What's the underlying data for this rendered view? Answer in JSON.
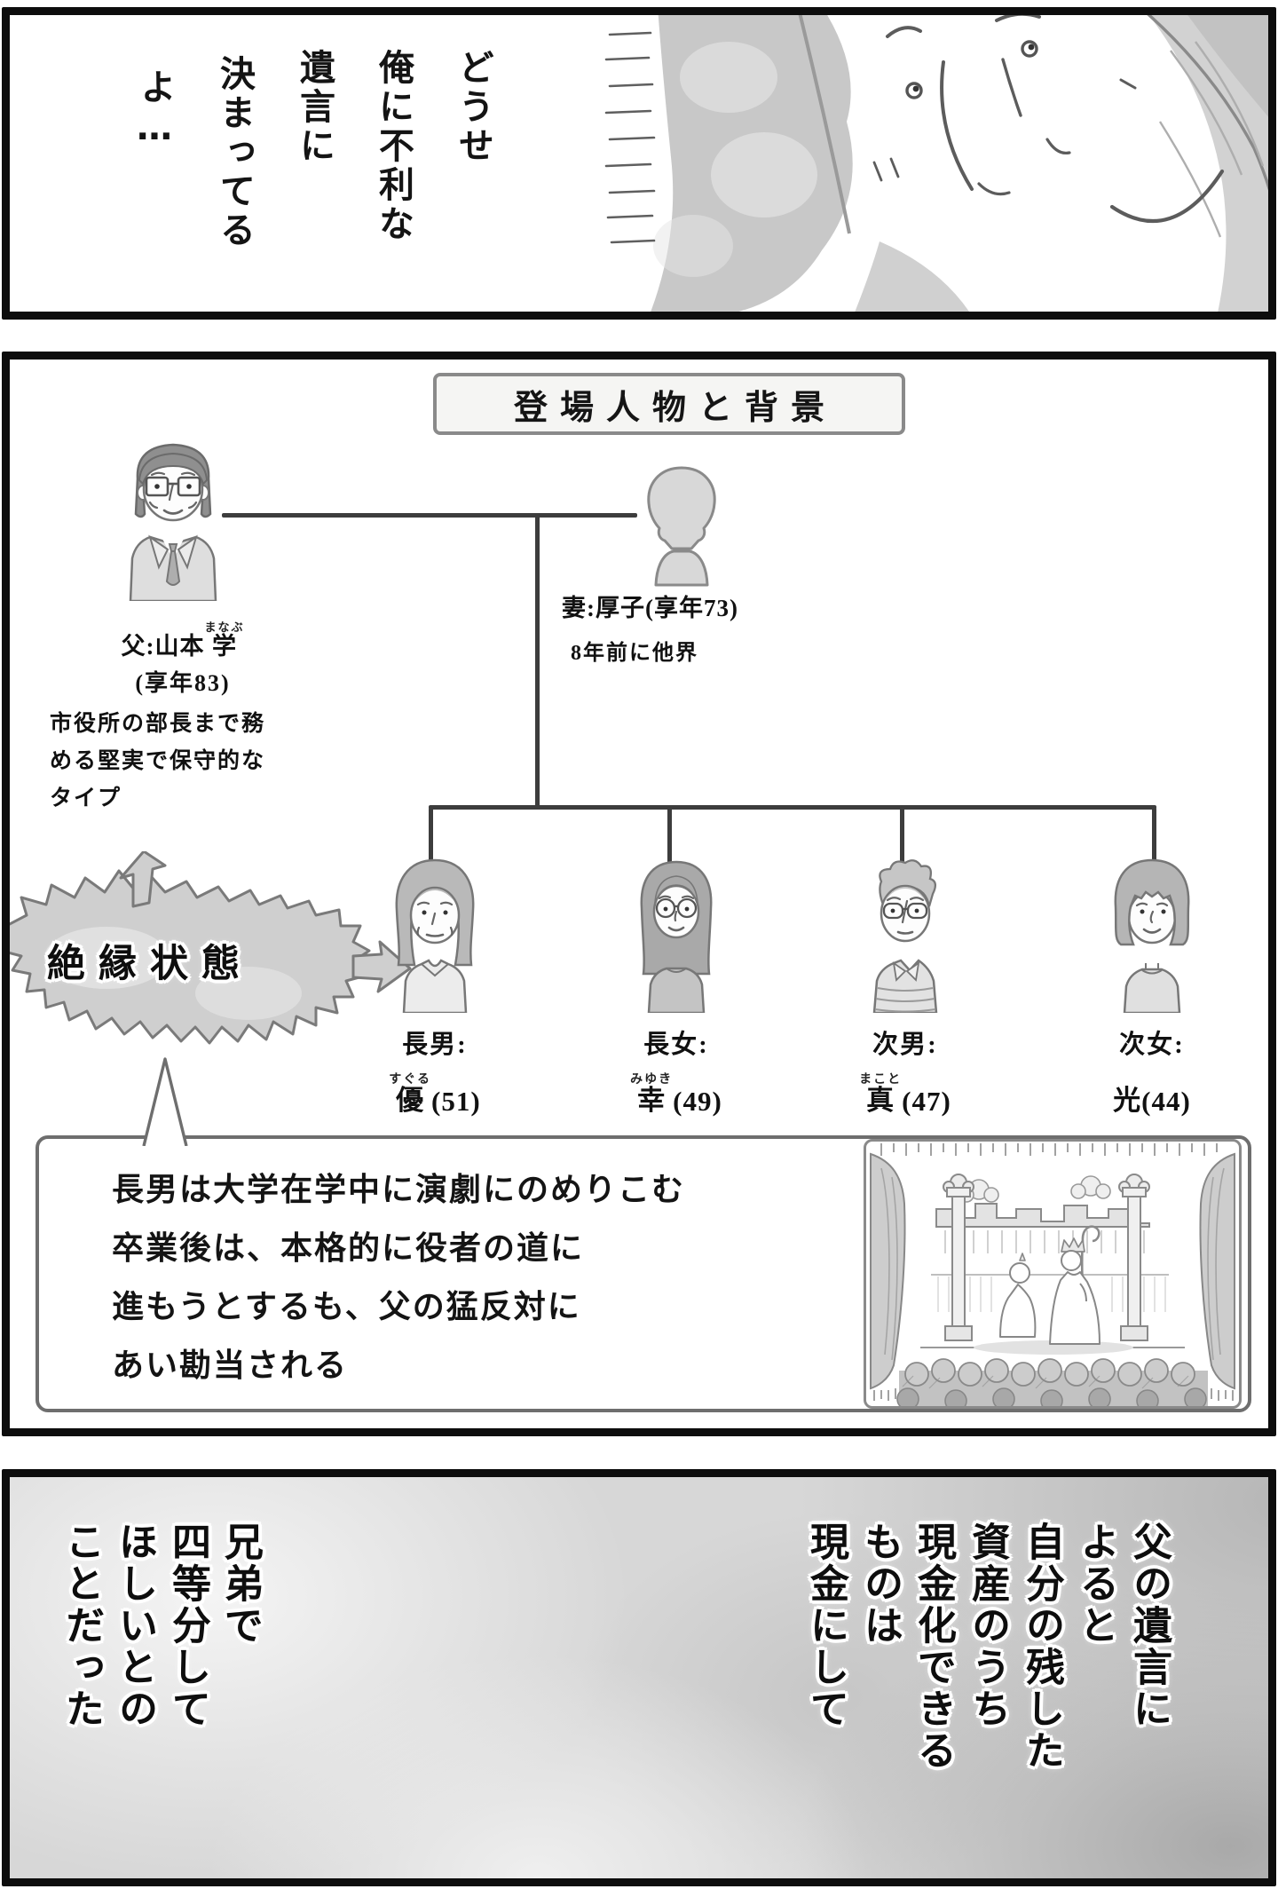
{
  "colors": {
    "panel_border": "#0d0d0d",
    "ink": "#141414",
    "bubble_gray": "#cfcfcf",
    "watercolor_gray": "#d7d7d7"
  },
  "panel1": {
    "dialogue_columns": [
      "どうせ",
      "俺に不利な",
      "遺言に",
      "決まってる",
      "よ…"
    ]
  },
  "panel2": {
    "title": "登場人物と背景",
    "father": {
      "name_prefix": "父:山本 ",
      "name_base": "学",
      "furigana": "まなぶ",
      "age": "(享年83)",
      "desc_lines": [
        "市役所の部長まで務",
        "める堅実で保守的な",
        "タイプ"
      ]
    },
    "mother": {
      "name_line": "妻:厚子(享年73)",
      "note": "8年前に他界"
    },
    "children": [
      {
        "label": "長男:",
        "furigana": "すぐる",
        "name_base": "優",
        "name_rest": "(51)"
      },
      {
        "label": "長女:",
        "furigana": "みゆき",
        "name_base": "幸",
        "name_rest": "(49)"
      },
      {
        "label": "次男:",
        "furigana": "まこと",
        "name_base": "真",
        "name_rest": "(47)"
      },
      {
        "label": "次女:",
        "furigana": "",
        "name_base": "光",
        "name_rest": "(44)"
      }
    ],
    "estrangement": "絶縁状態",
    "note_lines": [
      "長男は大学在学中に演劇にのめりこむ",
      "卒業後は、本格的に役者の道に",
      "進もうとするも、父の猛反対に",
      "あい勘当される"
    ]
  },
  "panel3": {
    "columns_right": [
      "父の遺言に",
      "よると",
      "自分の残した",
      "資産のうち",
      "現金化できる",
      "ものは",
      "現金にして"
    ],
    "columns_left": [
      "兄弟で",
      "四等分して",
      "ほしいとの",
      "ことだった"
    ]
  }
}
